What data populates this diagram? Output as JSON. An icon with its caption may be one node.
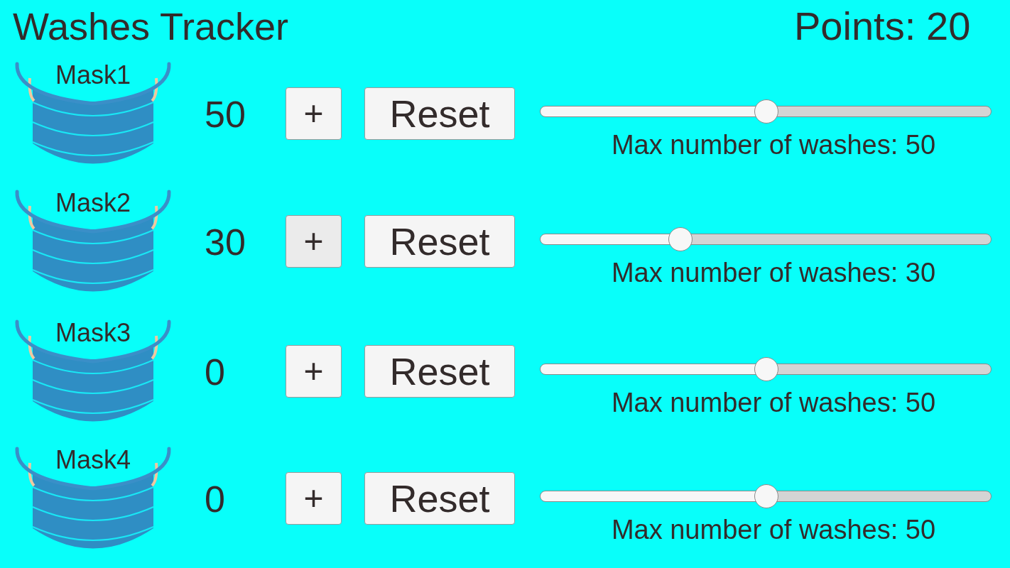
{
  "diagram": {
    "title": "Washes Tracker",
    "nodes": [
      {
        "text": [
          "Mask1"
        ]
      },
      {
        "text": [
          "+"
        ]
      },
      {
        "text": [
          "Reset"
        ]
      },
      {
        "text": [
          "Mask2"
        ]
      },
      {
        "text": [
          "+"
        ]
      },
      {
        "text": [
          "Reset"
        ]
      },
      {
        "text": [
          "Mask3"
        ]
      },
      {
        "text": [
          "+"
        ]
      },
      {
        "text": [
          "Reset"
        ]
      },
      {
        "text": [
          "Mask4"
        ]
      },
      {
        "text": [
          "+"
        ]
      },
      {
        "text": [
          "Reset"
        ]
      }
    ],
    "labels": [
      "Points:",
      "20",
      "50",
      "Max number of washes: 50",
      "30",
      "Max number of washes: 30",
      "0",
      "Max number of washes: 50",
      "0",
      "Max number of washes: 50"
    ]
  }
}
